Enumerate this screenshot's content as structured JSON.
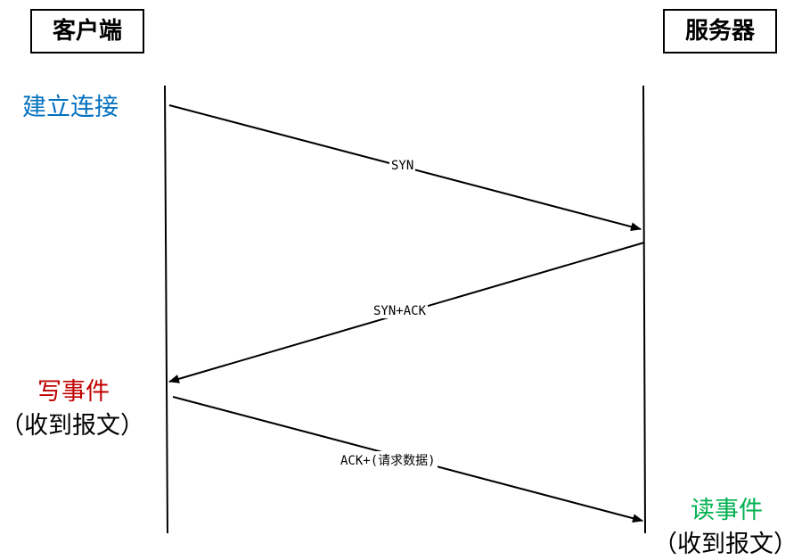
{
  "client": {
    "title": "客户端"
  },
  "server": {
    "title": "服务器"
  },
  "labels": {
    "connect": "建立连接",
    "write_event": "写事件",
    "write_sub": "（收到报文）",
    "read_event": "读事件",
    "read_sub": "（收到报文）"
  },
  "messages": [
    "SYN",
    "SYN+ACK",
    "ACK+(请求数据)"
  ],
  "colors": {
    "connect": "#0070C0",
    "write": "#C00000",
    "read": "#00B050"
  }
}
